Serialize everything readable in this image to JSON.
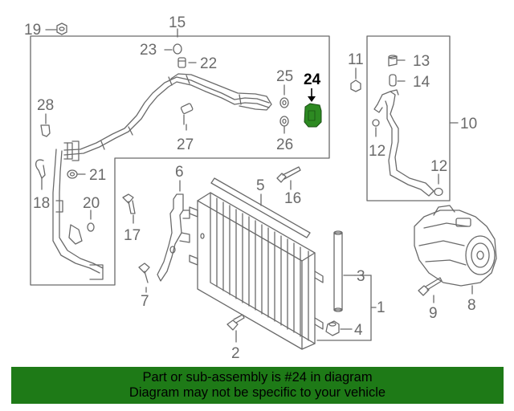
{
  "callouts": {
    "c1": "1",
    "c2": "2",
    "c3": "3",
    "c4": "4",
    "c5": "5",
    "c6": "6",
    "c7": "7",
    "c8": "8",
    "c9": "9",
    "c10": "10",
    "c11": "11",
    "c12a": "12",
    "c12b": "12",
    "c13": "13",
    "c14": "14",
    "c15": "15",
    "c16": "16",
    "c17": "17",
    "c18": "18",
    "c19": "19",
    "c20": "20",
    "c21": "21",
    "c22": "22",
    "c23": "23",
    "c24": "24",
    "c25": "25",
    "c26": "26",
    "c27": "27",
    "c28": "28"
  },
  "highlighted_part": "24",
  "banner": {
    "line1": "Part or sub-assembly is #24 in diagram",
    "line2": "Diagram may not be specific to your vehicle",
    "background": "#1e7a17"
  },
  "colors": {
    "line": "#6a6a6a",
    "highlight": "#2d8a22"
  }
}
